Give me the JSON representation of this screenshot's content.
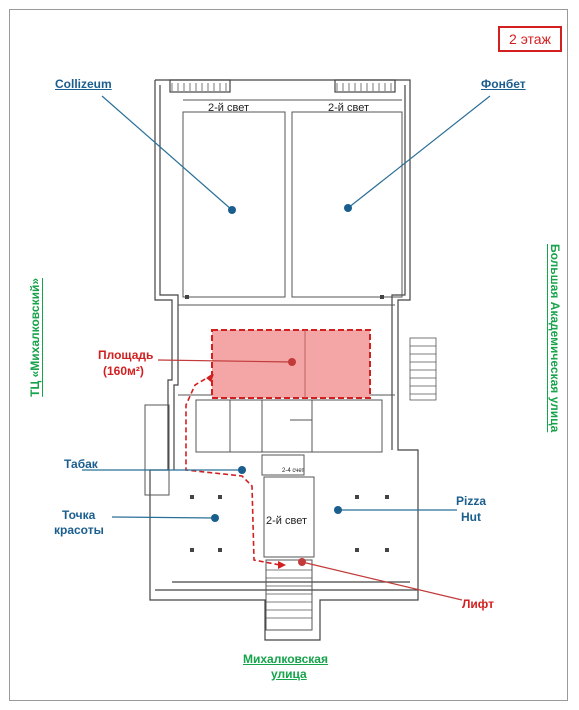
{
  "floor_badge": "2 этаж",
  "labels": {
    "collizeum": "Collizeum",
    "fonbet": "Фонбет",
    "area_line1": "Площадь",
    "area_line2": "(160м²)",
    "tabak": "Табак",
    "tochka_line1": "Точка",
    "tochka_line2": "красоты",
    "pizza_line1": "Pizza",
    "pizza_line2": "Hut",
    "lift": "Лифт",
    "street_bottom_line1": "Михалковская",
    "street_bottom_line2": "улица",
    "street_right": "Большая Академическая улица",
    "mall_left": "ТЦ «Михалковский»"
  },
  "plan_text": {
    "second_light_left": "2-й свет",
    "second_light_right": "2-й свет",
    "second_light_center": "2-й свет",
    "stair_label": "2-4 счет"
  },
  "colors": {
    "blue": "#1a5e8e",
    "red": "#d21f1f",
    "green": "#16a34a",
    "area_fill": "#f4a6a6"
  }
}
